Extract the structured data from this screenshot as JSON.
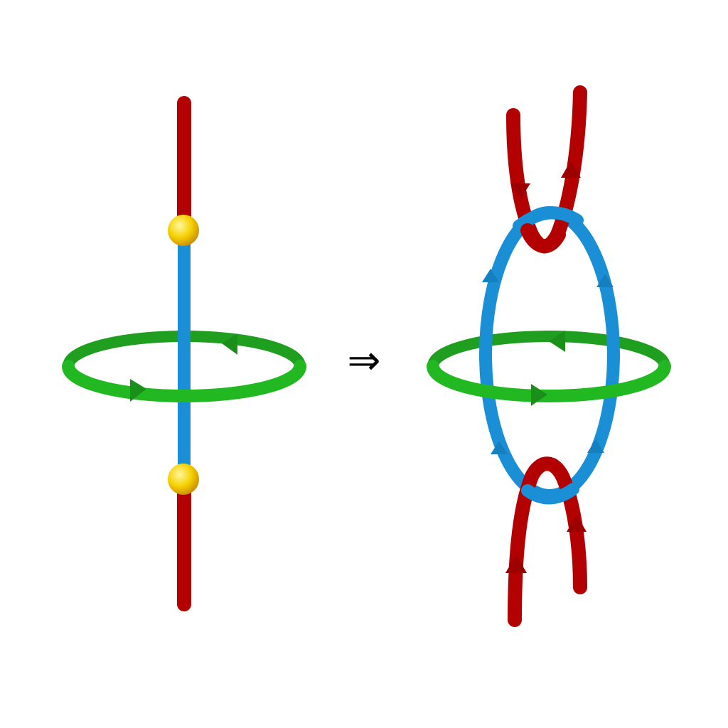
{
  "diagram": {
    "operator_symbol": "⇒",
    "colors": {
      "red_tube": "#b30000",
      "blue_tube": "#1a8fd6",
      "green_ring": "#22b822",
      "yellow_node": "#f5d000",
      "background": "#ffffff"
    },
    "left_panel": {
      "components": [
        "red-string-segment",
        "yellow-endpoint-node",
        "blue-string-segment",
        "green-loop"
      ]
    },
    "right_panel": {
      "components": [
        "red-string-curve",
        "blue-loop",
        "green-loop"
      ]
    }
  }
}
